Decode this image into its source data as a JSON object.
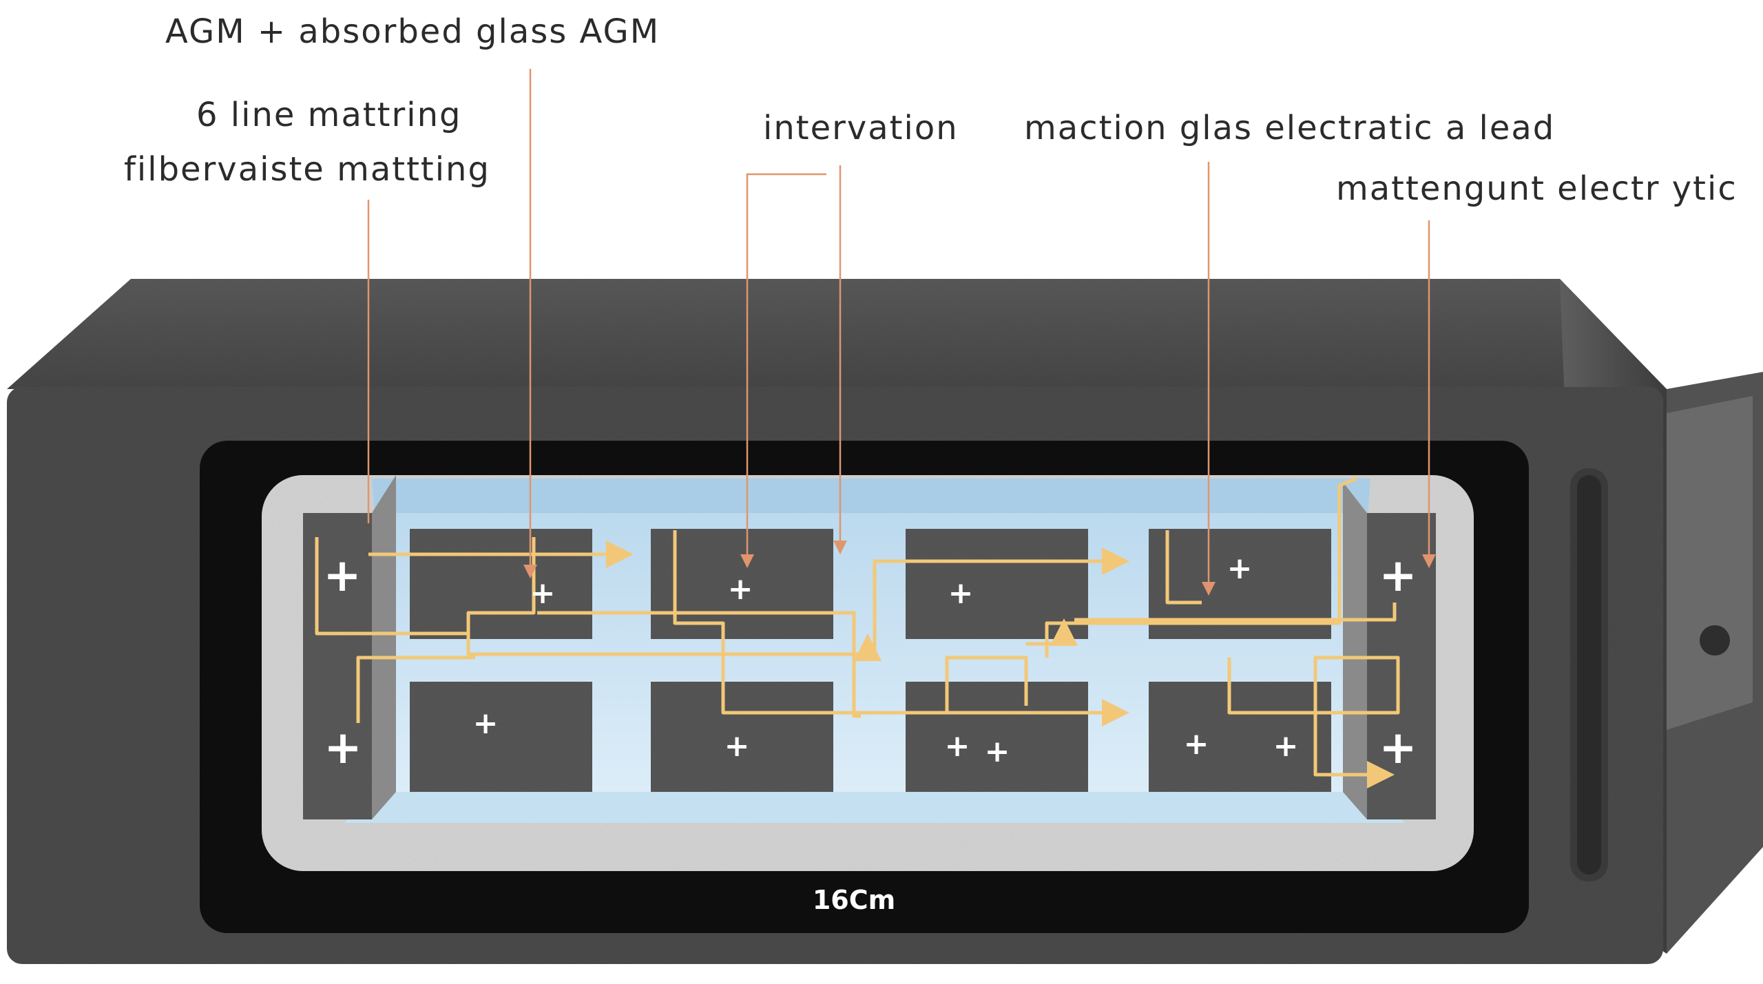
{
  "labels": {
    "agm": "AGM + absorbed glass AGM",
    "line_matting": "6 line mattring",
    "fiber_matting": "filbervaiste mattting",
    "intervation": "intervation",
    "maction": "maction glas electratic a lead",
    "mattengunt": "mattengunt electr ytic",
    "dimension": "16Cm"
  },
  "plates": {
    "symbol": "+"
  },
  "colors": {
    "casing": "#4a4a4a",
    "casing_dark": "#2c2c2c",
    "window": "#0d0d0d",
    "tray": "#d9d9d9",
    "electrolyte": "#cfe6f4",
    "plate": "#555555",
    "flow": "#f2c878",
    "leader": "#e0956e"
  },
  "icons": [
    "plus-icon",
    "flow-arrow-icon"
  ]
}
